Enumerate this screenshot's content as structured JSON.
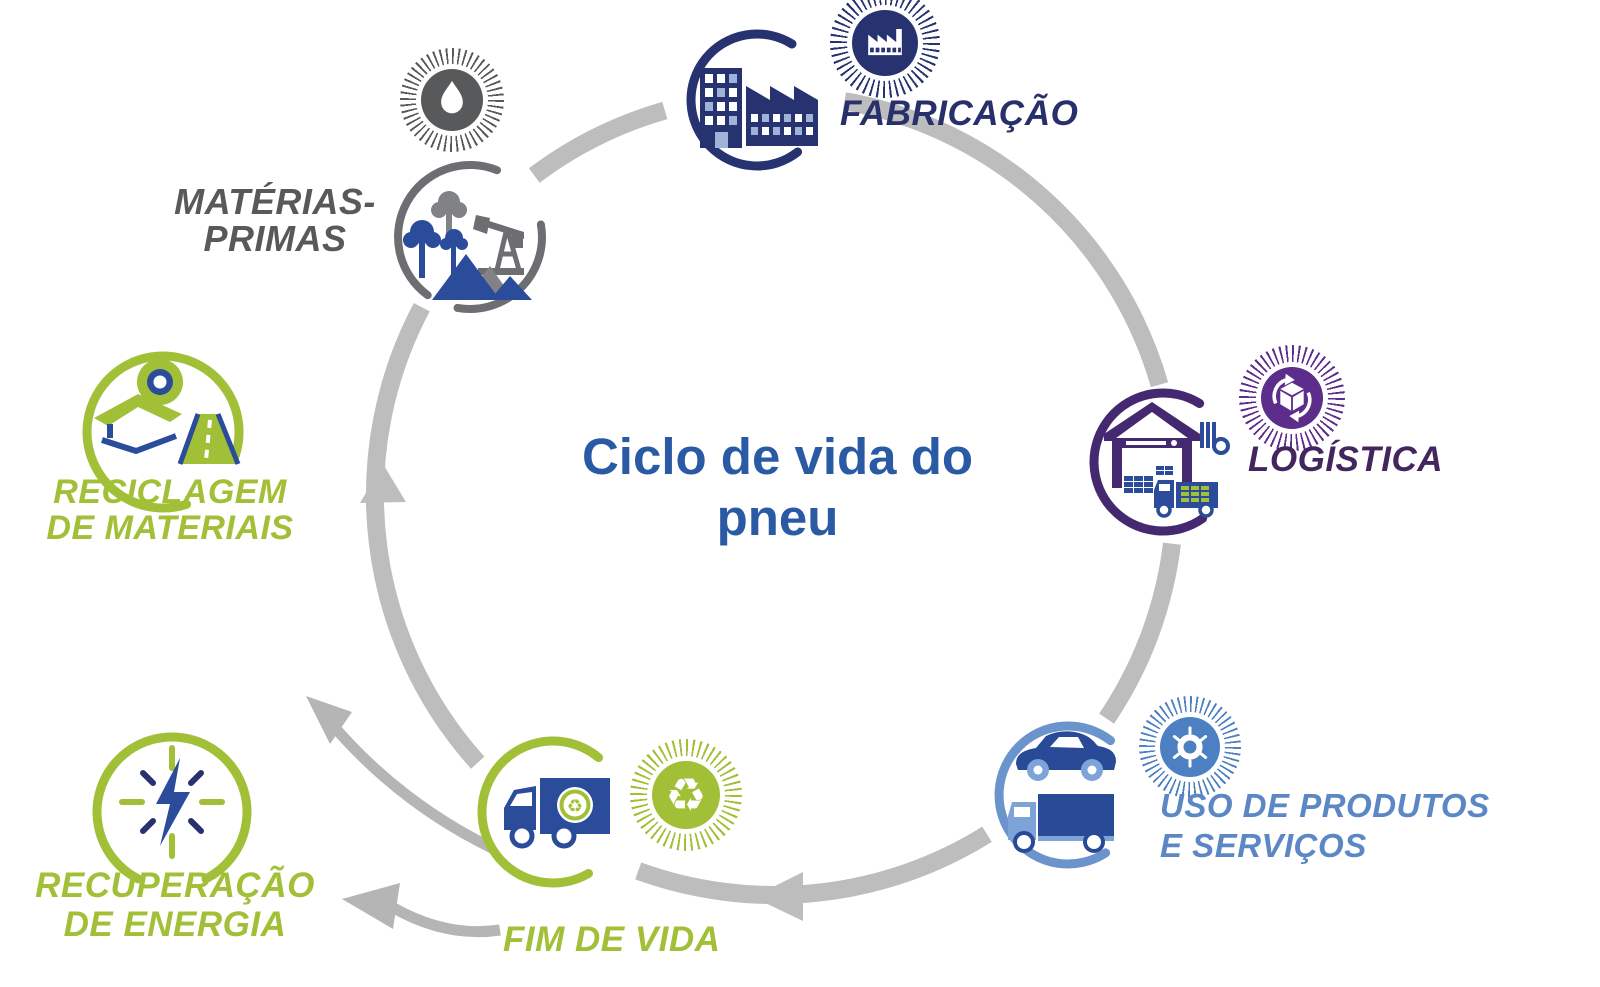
{
  "center": {
    "title_line1": "Ciclo de vida",
    "title_line2": "do pneu"
  },
  "stages": {
    "materias_primas": {
      "line1": "MATÉRIAS-",
      "line2": "PRIMAS",
      "color": "#58595B"
    },
    "fabricacao": {
      "label": "FABRICAÇÃO",
      "color": "#273270"
    },
    "logistica": {
      "label": "LOGÍSTICA",
      "color": "#452970"
    },
    "uso_produtos": {
      "line1": "USO DE PRODUTOS",
      "line2": "E SERVIÇOS",
      "color": "#5C87C5"
    },
    "fim_de_vida": {
      "label": "FIM DE VIDA",
      "color": "#A2C037"
    },
    "recuperacao_energia": {
      "line1": "RECUPERAÇÃO",
      "line2": "DE ENERGIA",
      "color": "#A2C037"
    },
    "reciclagem_materiais": {
      "line1": "RECICLAGEM",
      "line2": "DE MATERIAIS",
      "color": "#A2C037"
    }
  },
  "icons": {
    "recycle_glyph": "♻",
    "badges": [
      "factory-icon",
      "water-drop-icon",
      "package-cycle-icon",
      "tire-icon",
      "recycle-icon"
    ],
    "stage_icons": [
      "building-factory-icon",
      "trees-oil-derrick-mountains-icon",
      "tape-roll-roof-road-icon",
      "warehouse-pallets-truck-icon",
      "car-and-truck-icon",
      "recycling-truck-icon",
      "lightning-energy-icon"
    ]
  },
  "colors": {
    "navy": "#273270",
    "blue": "#2B4C9B",
    "light_blue_ring": "#6B93CC",
    "light_blue_text": "#5C87C5",
    "badge_blue": "#4C80C2",
    "cab_blue": "#7DA3D8",
    "purple_ring": "#452970",
    "badge_purple": "#5C2D8A",
    "green": "#A2C037",
    "ring_gray": "#BDBDBD",
    "dark_gray": "#58595B",
    "icon_gray": "#808285",
    "title_blue": "#2B5AA5"
  }
}
